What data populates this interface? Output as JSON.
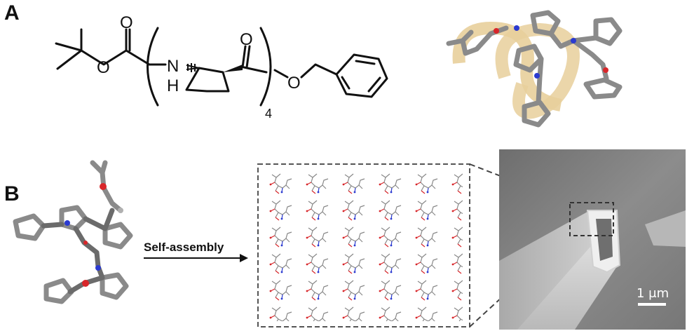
{
  "panels": {
    "a": {
      "letter": "A"
    },
    "b": {
      "letter": "B"
    }
  },
  "structure": {
    "oxygen": "O",
    "nh_n": "N",
    "nh_h": "H",
    "repeat_count": "4"
  },
  "arrow": {
    "label": "Self-assembly"
  },
  "sem": {
    "scale_bar_label": "1 μm"
  },
  "colors": {
    "helix_ribbon": "#e8cf9b",
    "carbon": "#8a8a8a",
    "oxygen_atom": "#d8262a",
    "nitrogen_atom": "#2b3ad0",
    "sem_background": "#7d7d7d"
  }
}
